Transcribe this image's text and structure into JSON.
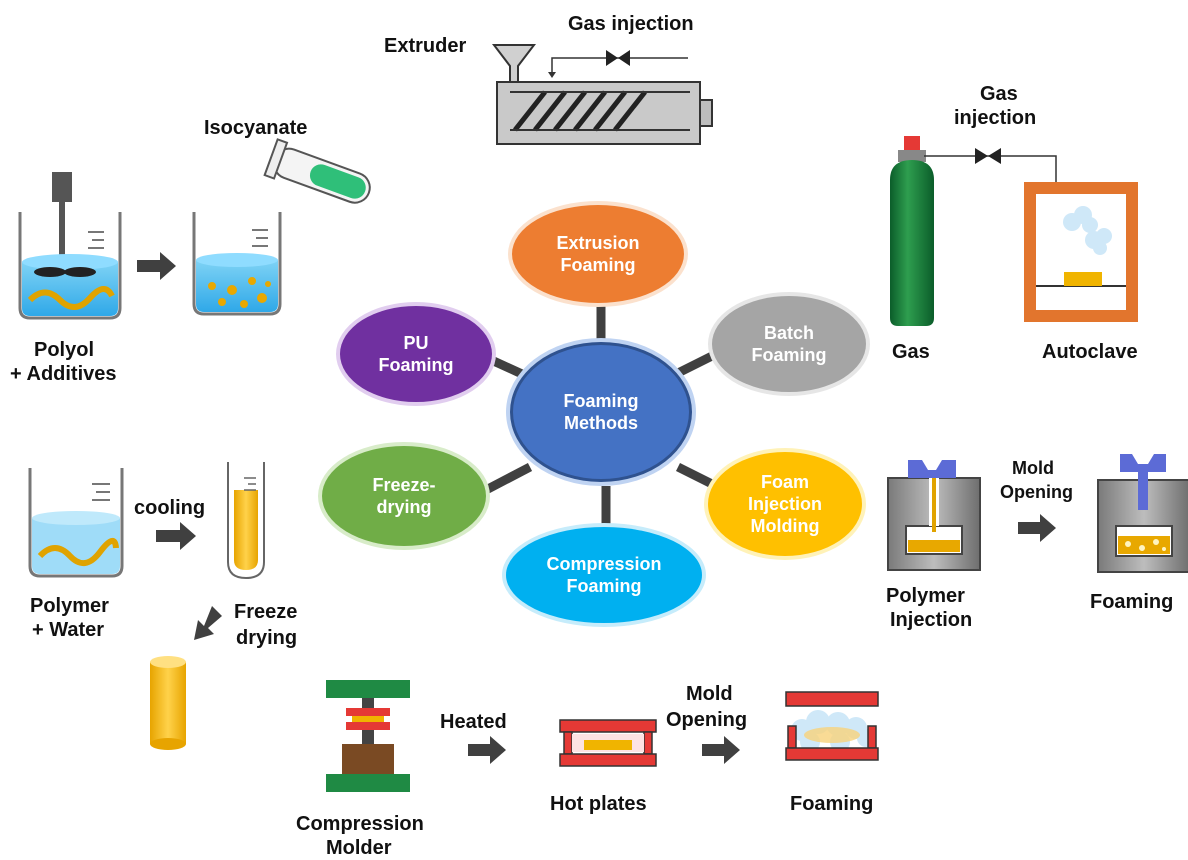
{
  "center": {
    "label_1": "Foaming",
    "label_2": "Methods",
    "color": "#4472c4"
  },
  "methods": {
    "extrusion": {
      "label_1": "Extrusion",
      "label_2": "Foaming",
      "color": "#ed7d31"
    },
    "batch": {
      "label_1": "Batch",
      "label_2": "Foaming",
      "color": "#a5a5a5"
    },
    "injection": {
      "label_1": "Foam",
      "label_2": "Injection",
      "label_3": "Molding",
      "color": "#ffc000"
    },
    "compression": {
      "label_1": "Compression",
      "label_2": "Foaming",
      "color": "#00b0f0"
    },
    "freeze": {
      "label_1": "Freeze-",
      "label_2": "drying",
      "color": "#70ad47"
    },
    "pu": {
      "label_1": "PU",
      "label_2": "Foaming",
      "color": "#7030a0"
    }
  },
  "extrusion_process": {
    "extruder": "Extruder",
    "gas_injection": "Gas injection"
  },
  "pu_process": {
    "isocyanate": "Isocyanate",
    "polyol_1": "Polyol",
    "polyol_2": "+ Additives"
  },
  "batch_process": {
    "gas_injection_1": "Gas",
    "gas_injection_2": "injection",
    "gas": "Gas",
    "autoclave": "Autoclave"
  },
  "freeze_process": {
    "cooling": "cooling",
    "polymer_1": "Polymer",
    "polymer_2": "+ Water",
    "freeze_1": "Freeze",
    "freeze_2": "drying"
  },
  "injection_process": {
    "mold_opening_1": "Mold",
    "mold_opening_2": "Opening",
    "polymer_injection_1": "Polymer",
    "polymer_injection_2": "Injection",
    "foaming": "Foaming"
  },
  "compression_process": {
    "heated": "Heated",
    "mold_opening_1": "Mold",
    "mold_opening_2": "Opening",
    "compression_molder_1": "Compression",
    "compression_molder_2": "Molder",
    "hot_plates": "Hot plates",
    "foaming": "Foaming"
  }
}
